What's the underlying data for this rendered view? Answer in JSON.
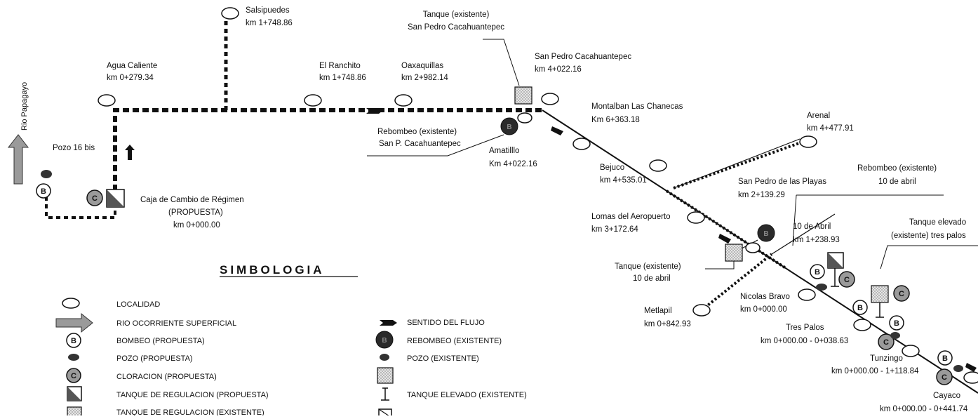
{
  "river": {
    "label": "Rio Papagayo"
  },
  "places": {
    "salsipuedes": {
      "name": "Salsipuedes",
      "km": "km 1+748.86"
    },
    "agua_caliente": {
      "name": "Agua Caliente",
      "km": "km 0+279.34"
    },
    "el_ranchito": {
      "name": "El Ranchito",
      "km": "km 1+748.86"
    },
    "oaxaquillas": {
      "name": "Oaxaquillas",
      "km": "km 2+982.14"
    },
    "tanque_spc_1": "Tanque (existente)",
    "tanque_spc_2": "San Pedro Cacahuantepec",
    "spc": {
      "name": "San Pedro Cacahuantepec",
      "km": "km 4+022.16"
    },
    "montalban": {
      "name": "Montalban Las Chanecas",
      "km": "Km 6+363.18"
    },
    "arenal": {
      "name": "Arenal",
      "km": "km 4+477.91"
    },
    "rebombeo_spc_1": "Rebombeo (existente)",
    "rebombeo_spc_2": "San P. Cacahuantepec",
    "amatillo": {
      "name": "Amatilllo",
      "km": "Km 4+022.16"
    },
    "pozo16": "Pozo 16 bis",
    "caja_1": "Caja de Cambio de Régimen",
    "caja_2": "(PROPUESTA)",
    "caja_3": "km 0+000.00",
    "bejuco": {
      "name": "Bejuco",
      "km": "km 4+535.01"
    },
    "spp": {
      "name": "San Pedro de las Playas",
      "km": "km 2+139.29"
    },
    "rebombeo_10_1": "Rebombeo (existente)",
    "rebombeo_10_2": "10 de abril",
    "lomas": {
      "name": "Lomas del Aeropuerto",
      "km": "km 3+172.64"
    },
    "diez_abril": {
      "name": "10 de Abril",
      "km": "km 1+238.93"
    },
    "tanque_elev_1": "Tanque elevado",
    "tanque_elev_2": "(existente) tres palos",
    "tanque_10_1": "Tanque (existente)",
    "tanque_10_2": "10 de abril",
    "nicolas": {
      "name": "Nicolas Bravo",
      "km": "km 0+000.00"
    },
    "metlapil": {
      "name": "Metlapil",
      "km": "km 0+842.93"
    },
    "tres_palos": {
      "name": "Tres Palos",
      "km": "km 0+000.00 - 0+038.63"
    },
    "tunzingo": {
      "name": "Tunzingo",
      "km": "km 0+000.00 - 1+118.84"
    },
    "cayaco": {
      "name": "Cayaco",
      "km": "km 0+000.00 - 0+441.74"
    }
  },
  "legend": {
    "title": "SIMBOLOGIA",
    "localidad": "LOCALIDAD",
    "rio": "RIO OCORRIENTE SUPERFICIAL",
    "bombeo": "BOMBEO (PROPUESTA)",
    "pozo_prop": "POZO (PROPUESTA)",
    "cloracion": "CLORACION (PROPUESTA)",
    "tanque_reg_prop": "TANQUE DE REGULACION (PROPUESTA)",
    "tanque_reg_exist": "TANQUE DE REGULACION (EXISTENTE)",
    "sentido": "SENTIDO DEL FLUJO",
    "rebombeo": "REBOMBEO (EXISTENTE)",
    "pozo_exist": "POZO (EXISTENTE)",
    "tanque_elev": "TANQUE ELEVADO (EXISTENTE)"
  },
  "symbol_letters": {
    "b": "B",
    "c": "C"
  },
  "colors": {
    "line": "#1a1a1a",
    "fill_gray": "#9a9a9a",
    "light_gray": "#dcdcdc",
    "dark": "#2a2a2a"
  }
}
